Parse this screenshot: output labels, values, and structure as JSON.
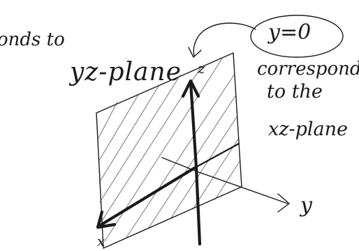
{
  "notes": {
    "left_line_1": "onds to",
    "left_line_2": "yz-plane",
    "right_line_1": "corresponds",
    "right_line_2": "to the",
    "right_line_3": "xz-plane"
  },
  "equation": {
    "text": "y=0"
  },
  "axes": {
    "z": "z",
    "x": "x",
    "y": "y"
  }
}
